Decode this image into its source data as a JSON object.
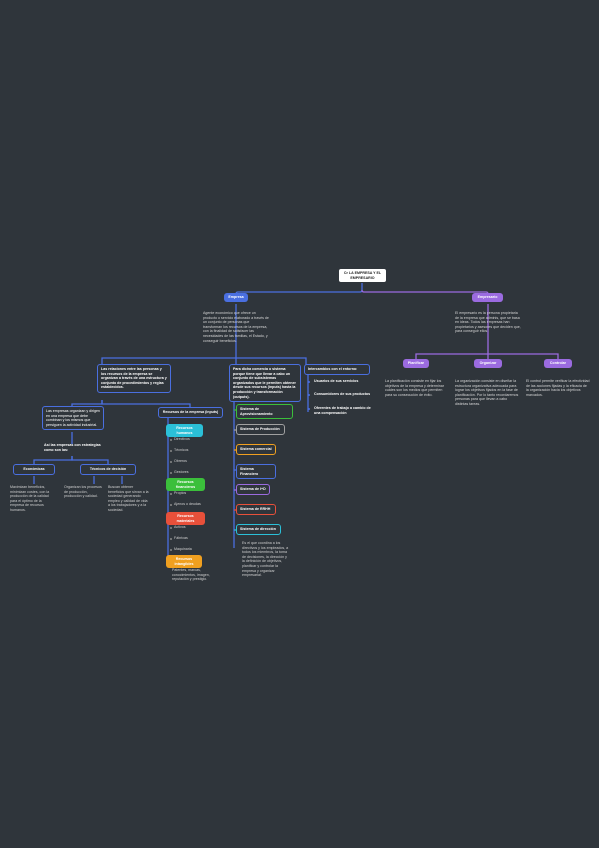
{
  "colors": {
    "background": "#2f353b",
    "blue": "#4a6fe0",
    "purple": "#9b6be0",
    "cyan": "#2bc0d8",
    "green": "#3bbf3b",
    "red": "#e8503a",
    "orange": "#f0a020",
    "gray": "#a0a0a0"
  },
  "root": "Cr LA EMPRESA Y EL EMPRESARIO",
  "empresa": {
    "label": "Empresa",
    "description": "Agente económico que ofrece un producto o servicio elaborado a través de un conjunto de personas que transforman los recursos de la empresa, con la finalidad de satisfacer las necesidades de las familias, el Estado, y conseguir beneficios."
  },
  "empresario": {
    "label": "Empresario",
    "description": "El empresario es la persona propietaria de la empresa que adminis, que se basa en ideas. Todos las empresas han propietarios y asesores que deciden que, para conseguir ellos."
  },
  "funciones": [
    {
      "label": "Planificar",
      "text": "La planificación consiste en fijar los objetivos de la empresa y determinar cuáles son los medios que permiten para su consecución de éxito."
    },
    {
      "label": "Organizar",
      "text": "La organización consiste en diseñar la estructura organizativa adecuada para lograr los objetivos fijados en la fase de planificación. Por lo tanto recordaremos personas para que llevan a cabo distintas tareas."
    },
    {
      "label": "Controlar",
      "text": "El control permite verificar la efectividad de las acciones fijadas y la eficacia de la organización hacia los objetivos marcados."
    }
  ],
  "left_branch": {
    "intro": "Las relaciones entre las personas y los recursos de la empresa se organizan a través de una estructura y conjunto de procedimientos y reglas establecidos.",
    "objetivos": "Las empresas organizan y dirigen en una empresa que debe combinan y los mismos que persiguen la actividad industrial.",
    "conditions": "Así las empresas con estrategias como son las:",
    "economicos": {
      "label": "Económicas",
      "text": "Maximizan beneficios, minimizan costes, con la producción de la calidad para el óptimo de la empresa de recursos humanos."
    },
    "tecnicos": {
      "label": "Técnicos de decisión",
      "text": "Organizan los procesos de producción, producción y calidad."
    },
    "sociales": {
      "text": "Buscan obtener beneficios que sirvan a la sociedad generando empleo y calidad de vida a los trabajadores y a la sociedad."
    }
  },
  "recursos": {
    "label": "Recursos de la empresa (inputs)",
    "humanos": {
      "label": "Recursos humanos",
      "items": [
        "Directivos",
        "Técnicos",
        "Obreros",
        "Gestores"
      ]
    },
    "financieros": {
      "label": "Recursos financieros",
      "items": [
        "Propios",
        "Ajenos o deudas"
      ]
    },
    "materiales": {
      "label": "Recursos materiales",
      "items": [
        "Activos",
        "Fábricas",
        "Maquinaria"
      ]
    },
    "intangibles": {
      "label": "Recursos intangibles",
      "text": "Patentes, marcas, conocimientos, imagen, reputación y prestigio."
    }
  },
  "sistema": {
    "intro": "Para dicha comercia o sistema porque tiene que llevar a cabo un conjunto de subsistemas organizados que le permiten obtener desde sus recursos (inputs) hasta la producción y transformación (outputs).",
    "items": [
      {
        "label": "Sistema de Aprovisionamiento",
        "color": "#3bbf3b"
      },
      {
        "label": "Sistema de Producción",
        "color": "#a0a0a0"
      },
      {
        "label": "Sistema comercial",
        "color": "#f0a020"
      },
      {
        "label": "Sistema Financiero",
        "color": "#4a6fe0"
      },
      {
        "label": "Sistema de I+D",
        "color": "#9b6be0"
      },
      {
        "label": "Sistema de RRHH",
        "color": "#e8503a"
      },
      {
        "label": "Sistema de dirección",
        "color": "#2bc0d8"
      }
    ],
    "direccion_text": "Es el que coordina a los directivos y los empleados, a todos los miembros, la toma de decisiones, la dirección y la definición de objetivos, planificar y controlar la empresa y organizar empresarial."
  },
  "intercambio": {
    "intro": "Intercambios con el entorno:",
    "items": [
      "Usuarios de sus servicios",
      "Consumidores de sus productos",
      "Oferentes de trabajo a cambio de una compensación"
    ]
  }
}
